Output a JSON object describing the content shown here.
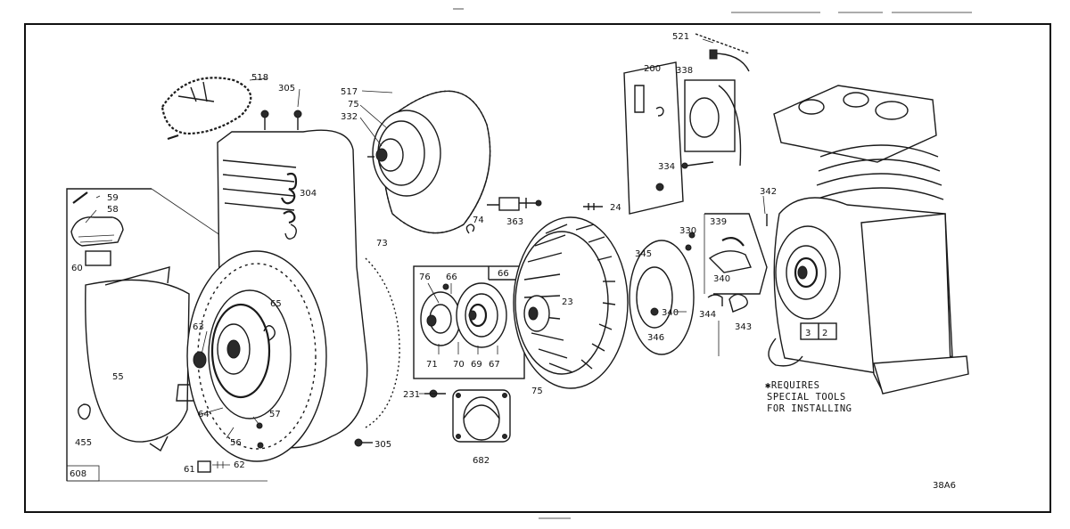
{
  "labels": {
    "p518": "518",
    "p305a": "305",
    "p304": "304",
    "p517": "517",
    "p75a": "75",
    "p332": "332",
    "p59": "59",
    "p58": "58",
    "p60": "60",
    "p65": "65",
    "p73": "73",
    "p63": "63",
    "p55": "55",
    "p64": "64",
    "p57": "57",
    "p56": "56",
    "p455": "455",
    "p608": "608",
    "p61": "61",
    "p62": "62",
    "p305b": "305",
    "p521": "521",
    "p200": "200",
    "p338": "338",
    "p334": "334",
    "p342": "342",
    "p74": "74",
    "p363a": "363",
    "p24": "24",
    "p66a": "66",
    "p66b": "66",
    "p76": "76",
    "p71": "71",
    "p70": "70",
    "p69": "69",
    "p67": "67",
    "p23": "23",
    "p75b": "75",
    "p345": "345",
    "p340a": "340",
    "p346": "346",
    "p339": "339",
    "p330": "330",
    "p340b": "340",
    "p344": "344",
    "p343": "343",
    "p231": "231",
    "p682": "682",
    "p3": "3",
    "p2": "2",
    "p38a6": "38A6"
  },
  "note": {
    "line1": "✱REQUIRES",
    "line2": "SPECIAL TOOLS",
    "line3": "FOR INSTALLING"
  }
}
